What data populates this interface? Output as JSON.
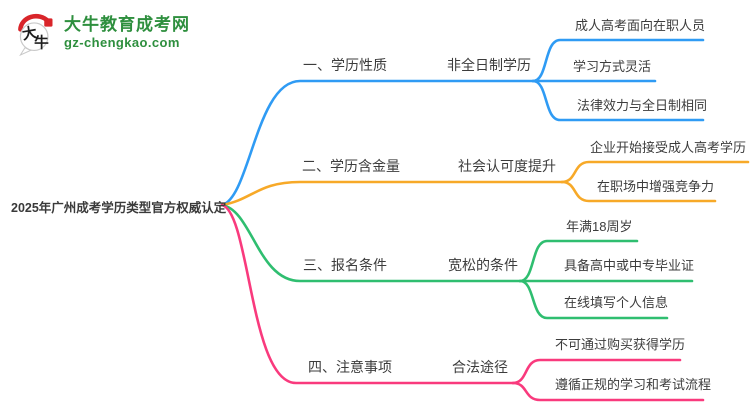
{
  "page": {
    "background": "#ffffff"
  },
  "logo": {
    "brand": "大牛教育成考网",
    "domain": "gz-chengkao.com",
    "brand_color": "#2e8f3e",
    "seal_color": "#d9252a",
    "bubble_char_1": "大",
    "bubble_char_2": "牛"
  },
  "root": {
    "label": "2025年广州成考学历类型官方权威认定"
  },
  "branches": [
    {
      "label": "一、学历性质",
      "sub": "非全日制学历",
      "color": "#2f9bf4",
      "leaves": [
        "成人高考面向在职人员",
        "学习方式灵活",
        "法律效力与全日制相同"
      ]
    },
    {
      "label": "二、学历含金量",
      "sub": "社会认可度提升",
      "color": "#f7a928",
      "leaves": [
        "企业开始接受成人高考学历",
        "在职场中增强竞争力"
      ]
    },
    {
      "label": "三、报名条件",
      "sub": "宽松的条件",
      "color": "#2fbe70",
      "leaves": [
        "年满18周岁",
        "具备高中或中专毕业证",
        "在线填写个人信息"
      ]
    },
    {
      "label": "四、注意事项",
      "sub": "合法途径",
      "color": "#f93a7d",
      "leaves": [
        "不可通过购买获得学历",
        "遵循正规的学习和考试流程"
      ]
    }
  ]
}
